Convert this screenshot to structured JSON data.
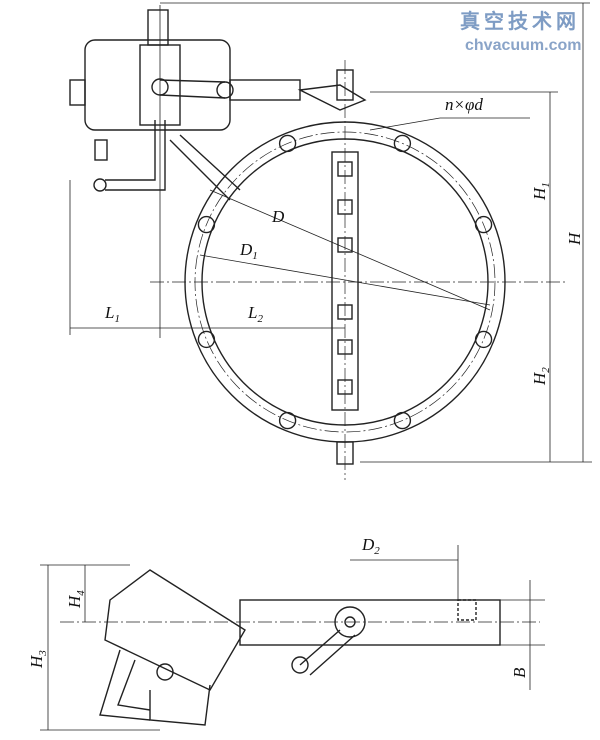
{
  "watermark": {
    "title": "真空技术网",
    "url": "chvacuum.com"
  },
  "labels": {
    "bolt_holes": "n×φd",
    "H": "H",
    "H1": "H",
    "H1_sub": "1",
    "H2": "H",
    "H2_sub": "2",
    "D": "D",
    "D1": "D",
    "D1_sub": "1",
    "L1": "L",
    "L1_sub": "1",
    "L2": "L",
    "L2_sub": "2",
    "D2": "D",
    "D2_sub": "2",
    "H3": "H",
    "H3_sub": "3",
    "H4": "H",
    "H4_sub": "4",
    "B": "B"
  }
}
